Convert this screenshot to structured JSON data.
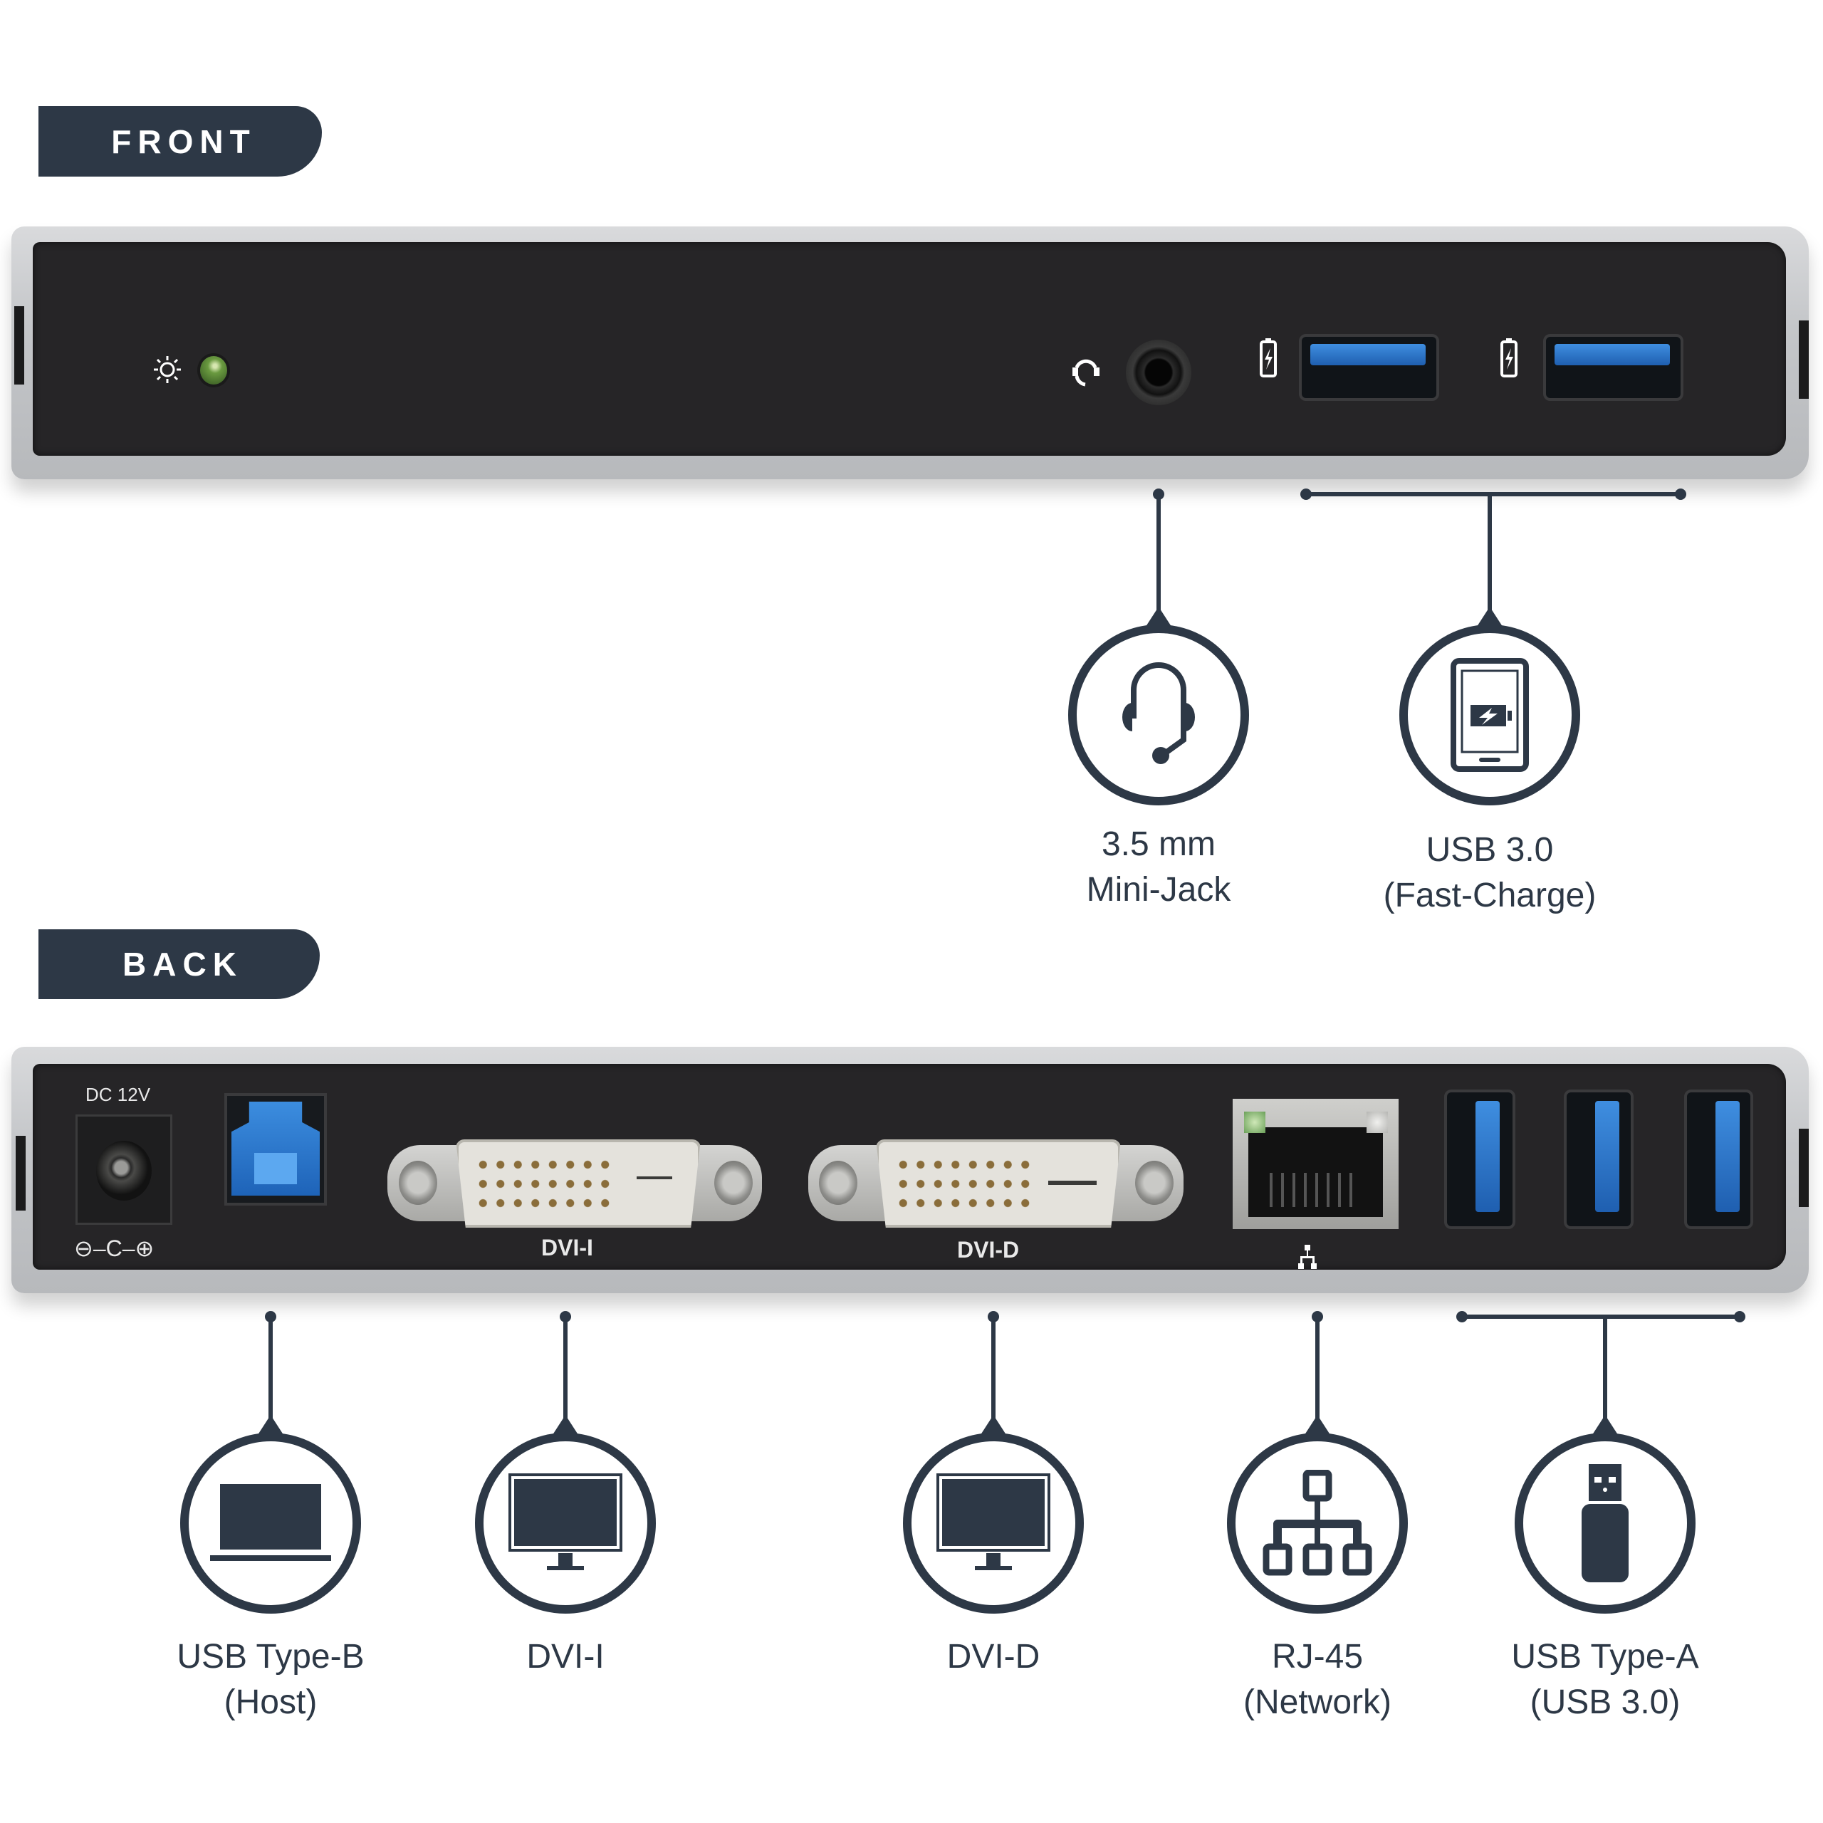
{
  "front": {
    "badge": "FRONT",
    "panel_icons": {
      "power_led": "sun-icon",
      "audio": "headset-icon",
      "charge_1": "battery-bolt-icon",
      "charge_2": "battery-bolt-icon"
    },
    "callouts": [
      {
        "id": "mini-jack",
        "icon": "headset-icon",
        "line1": "3.5 mm",
        "line2": "Mini-Jack"
      },
      {
        "id": "usb-fast-charge",
        "icon": "phone-charging-icon",
        "line1": "USB 3.0",
        "line2": "(Fast-Charge)"
      }
    ]
  },
  "back": {
    "badge": "BACK",
    "panel_text": {
      "dc": "DC 12V",
      "polarity": "⊖–C–⊕",
      "dvi_i": "DVI-I",
      "dvi_d": "DVI-D",
      "network_icon": "network-icon"
    },
    "callouts": [
      {
        "id": "usb-type-b",
        "icon": "laptop-icon",
        "line1": "USB Type-B",
        "line2": "(Host)"
      },
      {
        "id": "dvi-i",
        "icon": "monitor-icon",
        "line1": "DVI-I",
        "line2": ""
      },
      {
        "id": "dvi-d",
        "icon": "monitor-icon",
        "line1": "DVI-D",
        "line2": ""
      },
      {
        "id": "rj45",
        "icon": "network-tree-icon",
        "line1": "RJ-45",
        "line2": "(Network)"
      },
      {
        "id": "usb-type-a",
        "icon": "usb-flash-drive-icon",
        "line1": "USB Type-A",
        "line2": "(USB 3.0)"
      }
    ]
  },
  "colors": {
    "navy": "#2d3846",
    "usb_blue": "#2f74d0",
    "led_green": "#5a8a3a",
    "panel_black": "#262527"
  }
}
